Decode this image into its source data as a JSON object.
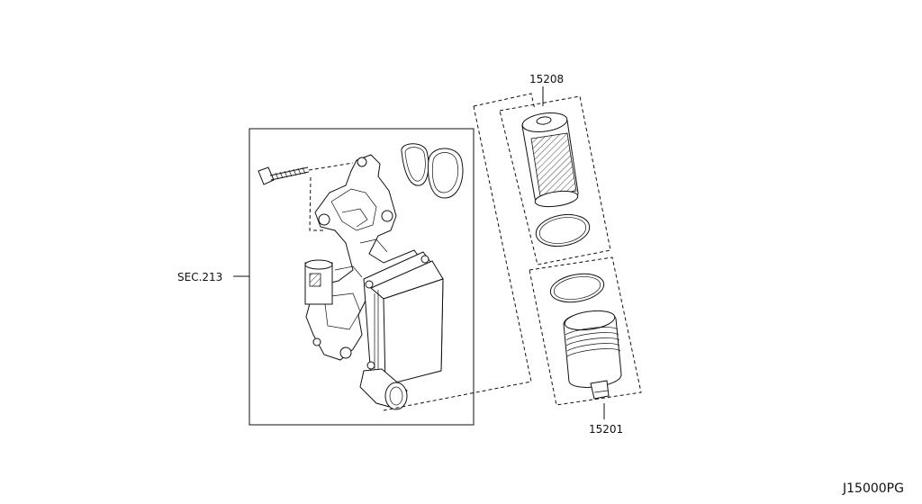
{
  "labels": {
    "section_ref": "SEC.213",
    "part_element": "15208",
    "part_cap": "15201",
    "diagram_code": "J15000PG"
  }
}
